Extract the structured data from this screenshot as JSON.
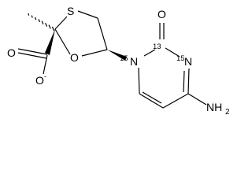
{
  "atoms": {
    "sulfur": "S",
    "ring_oxygen": "O",
    "carboxyl_oxygen_double": "O",
    "carboxyl_oxygen_single": "O",
    "carboxyl_charge": "-",
    "n1_isotope": "15",
    "n1": "N",
    "c2_isotope": "13",
    "c2_oxygen": "O",
    "n3_isotope": "15",
    "n3": "N",
    "amine_n": "NH",
    "amine_h_count": "2"
  }
}
